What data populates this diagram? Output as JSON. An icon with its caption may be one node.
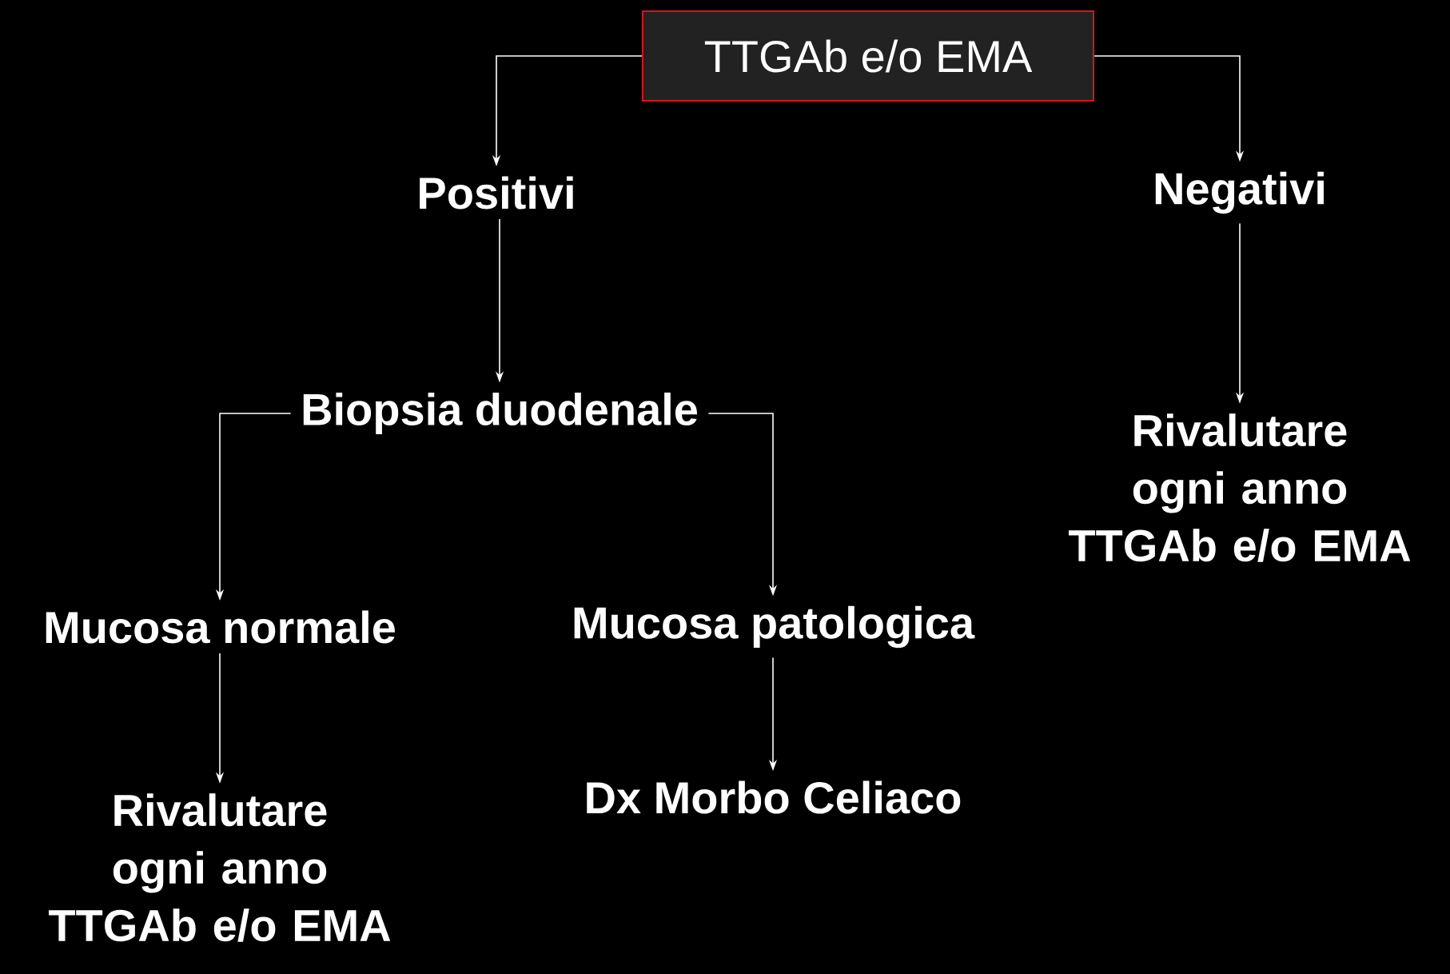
{
  "diagram": {
    "nodes": [
      {
        "text": [
          "TTGAb e/o EMA"
        ]
      },
      {
        "text": [
          "Positivi"
        ]
      },
      {
        "text": [
          "Negativi"
        ]
      },
      {
        "text": [
          "Biopsia duodenale"
        ]
      },
      {
        "text": [
          "Rivalutare ogni anno TTGAb e/o EMA"
        ]
      },
      {
        "text": [
          "Mucosa normale"
        ]
      },
      {
        "text": [
          "Mucosa patologica"
        ]
      },
      {
        "text": [
          "Rivalutare ogni anno TTGAb e/o EMA"
        ]
      },
      {
        "text": [
          "Dx Morbo Celiaco"
        ]
      }
    ],
    "edges": [
      {
        "from": 0,
        "to": 1,
        "arrow": "to"
      },
      {
        "from": 0,
        "to": 2,
        "arrow": "to"
      },
      {
        "from": 1,
        "to": 3,
        "arrow": "to"
      },
      {
        "from": 2,
        "to": 4,
        "arrow": "to"
      },
      {
        "from": 3,
        "to": 5,
        "arrow": "to"
      },
      {
        "from": 3,
        "to": 6,
        "arrow": "to"
      },
      {
        "from": 5,
        "to": 7,
        "arrow": "to"
      },
      {
        "from": 6,
        "to": 8,
        "arrow": "to"
      }
    ]
  }
}
